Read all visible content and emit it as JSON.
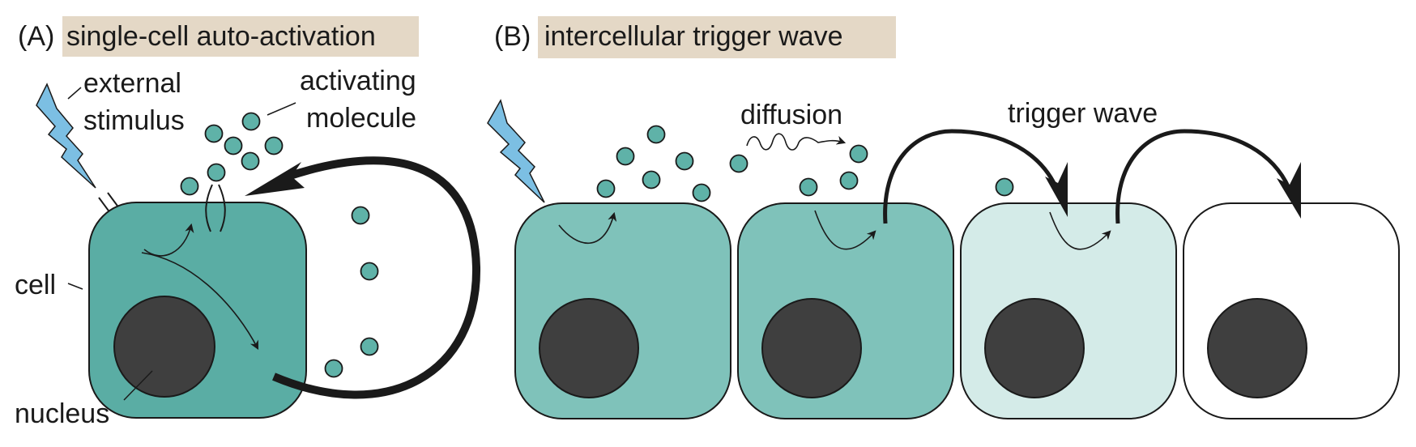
{
  "panel_a": {
    "letter": "(A)",
    "title": "single-cell auto-activation",
    "labels": {
      "external_line1": "external",
      "external_line2": "stimulus",
      "activating_line1": "activating",
      "activating_line2": "molecule",
      "cell": "cell",
      "nucleus": "nucleus"
    }
  },
  "panel_b": {
    "letter": "(B)",
    "title": "intercellular trigger wave",
    "labels": {
      "diffusion": "diffusion",
      "trigger_wave": "trigger wave"
    }
  },
  "colors": {
    "title_band": "#e4d8c6",
    "cell_active": "#5aada4",
    "cell_activated": "#7fc2ba",
    "cell_partial": "#d4ebe8",
    "cell_inactive": "#ffffff",
    "molecule": "#5fb2a8",
    "nucleus": "#3f3f3f",
    "stimulus": "#7cbfe3",
    "outline": "#1a1a1a"
  },
  "icons": {
    "stimulus": "lightning-bolt-icon",
    "molecule": "circle-dot-icon"
  }
}
